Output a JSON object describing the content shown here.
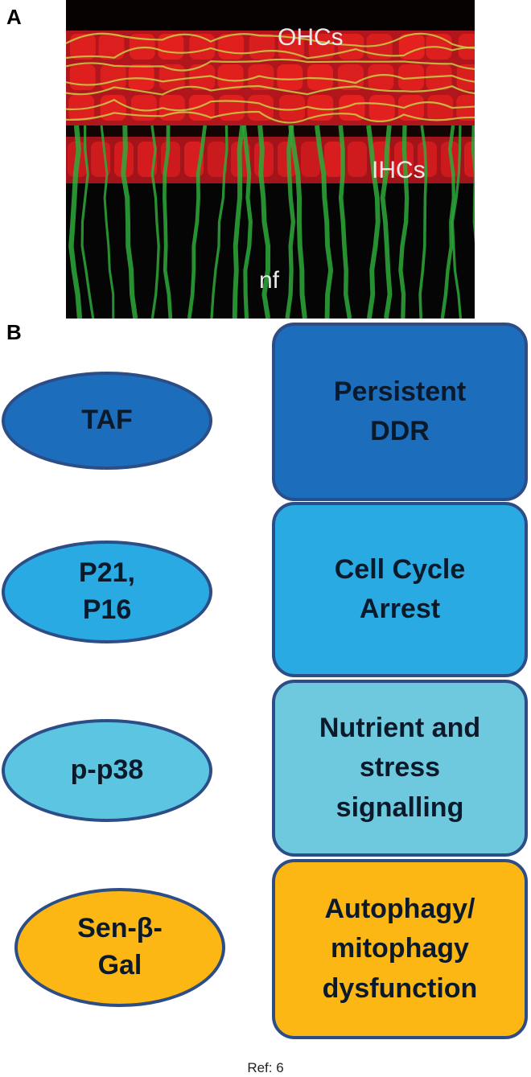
{
  "panels": {
    "a": "A",
    "b": "B"
  },
  "micrograph": {
    "outer_label": "OHCs",
    "inner_label": "IHCs",
    "fiber_label": "nf"
  },
  "markers": [
    {
      "text": "TAF",
      "color": "#1d6dbd"
    },
    {
      "text": "P21,\nP16",
      "color": "#29aae2"
    },
    {
      "text": "p-p38",
      "color": "#5bc5e2"
    },
    {
      "text": "Sen-β-\nGal",
      "color": "#fcb714"
    }
  ],
  "processes": [
    {
      "text": "Persistent\nDDR",
      "color": "#1d6dbd"
    },
    {
      "text": "Cell Cycle\nArrest",
      "color": "#29aae2"
    },
    {
      "text": "Nutrient and\nstress\nsignalling",
      "color": "#6ec9de"
    },
    {
      "text": "Autophagy/\nmitophagy\ndysfunction",
      "color": "#fcb714"
    }
  ],
  "footer": "Ref: 6"
}
